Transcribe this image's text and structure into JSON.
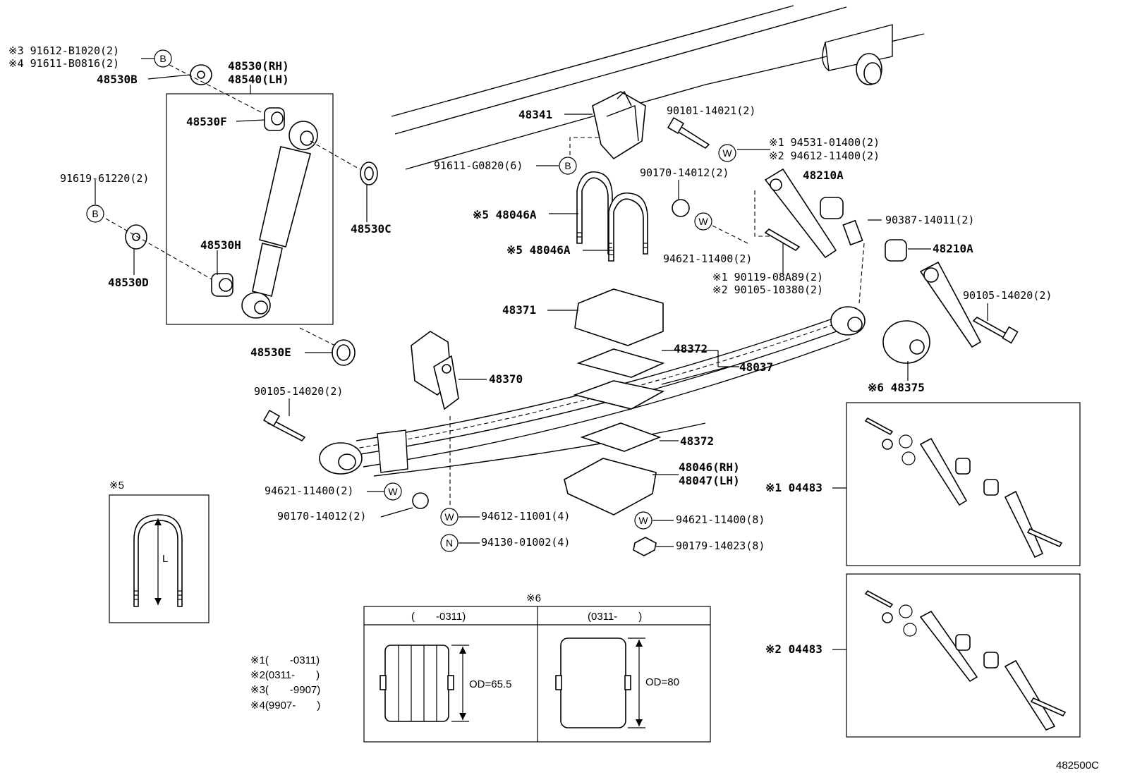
{
  "diagram_code": "482500C",
  "labels": {
    "l1": "※3 91612-B1020(2)",
    "l2": "※4 91611-B0816(2)",
    "l3": "48530B",
    "l4": "48530(RH)",
    "l5": "48540(LH)",
    "l6": "48530F",
    "l7": "91619-61220(2)",
    "l8": "48530C",
    "l9": "48530H",
    "l10": "48530D",
    "l11": "48530E",
    "l12": "48341",
    "l13": "91611-G0820(6)",
    "l14": "90101-14021(2)",
    "l15": "※1 94531-01400(2)",
    "l16": "※2 94612-11400(2)",
    "l17": "90170-14012(2)",
    "l18": "48210A",
    "l19": "※5 48046A",
    "l20": "※5 48046A",
    "l21": "94621-11400(2)",
    "l22": "90387-14011(2)",
    "l23": "48210A",
    "l24": "※1 90119-08A89(2)",
    "l25": "※2 90105-10380(2)",
    "l26": "90105-14020(2)",
    "l27": "48371",
    "l28": "48372",
    "l29": "48037",
    "l30": "48370",
    "l31": "※6 48375",
    "l32": "90105-14020(2)",
    "l33": "48372",
    "l34": "48046(RH)",
    "l35": "48047(LH)",
    "l36": "94621-11400(2)",
    "l37": "90170-14012(2)",
    "l38": "94612-11001(4)",
    "l39": "94130-01002(4)",
    "l40": "94621-11400(8)",
    "l41": "90179-14023(8)",
    "l42": "※1 04483",
    "l43": "※2 04483"
  },
  "circles": {
    "b": "B",
    "w": "W",
    "n": "N"
  },
  "inset5": {
    "title": "※5",
    "dim": "L"
  },
  "table6": {
    "title": "※6",
    "col1_header": "(　　-0311)",
    "col2_header": "(0311-　　)",
    "col1_dim": "OD=65.5",
    "col2_dim": "OD=80"
  },
  "legend": [
    "※1(　　-0311)",
    "※2(0311-　　)",
    "※3(　　-9907)",
    "※4(9907-　　)"
  ]
}
